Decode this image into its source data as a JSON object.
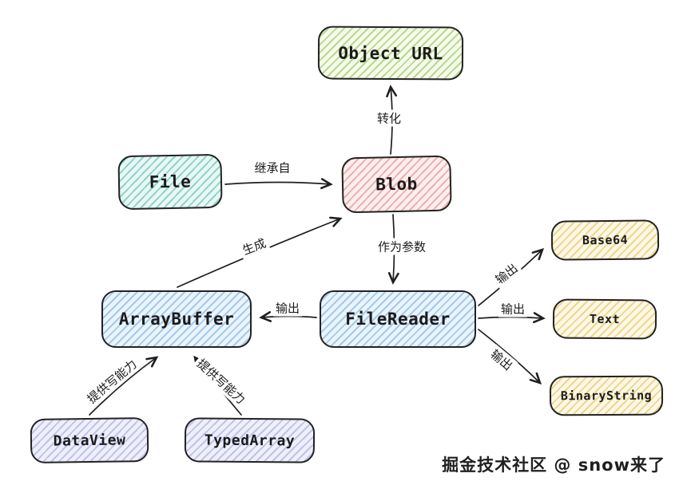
{
  "diagram": {
    "nodes": {
      "object_url": {
        "label": "Object URL",
        "color": "#7cb342"
      },
      "file": {
        "label": "File",
        "color": "#26a69a"
      },
      "blob": {
        "label": "Blob",
        "color": "#d96262"
      },
      "array_buffer": {
        "label": "ArrayBuffer",
        "color": "#5698d2"
      },
      "file_reader": {
        "label": "FileReader",
        "color": "#5698d2"
      },
      "base64": {
        "label": "Base64",
        "color": "#deb536"
      },
      "text": {
        "label": "Text",
        "color": "#deb536"
      },
      "binary_string": {
        "label": "BinaryString",
        "color": "#deb536"
      },
      "data_view": {
        "label": "DataView",
        "color": "#878cd7"
      },
      "typed_array": {
        "label": "TypedArray",
        "color": "#878cd7"
      }
    },
    "edges": {
      "file_to_blob": {
        "label": "继承自"
      },
      "blob_to_object_url": {
        "label": "转化"
      },
      "blob_to_file_reader": {
        "label": "作为参数"
      },
      "array_buffer_to_blob": {
        "label": "生成"
      },
      "file_reader_to_array_buffer": {
        "label": "输出"
      },
      "file_reader_to_base64": {
        "label": "输出"
      },
      "file_reader_to_text": {
        "label": "输出"
      },
      "file_reader_to_binary_string": {
        "label": "输出"
      },
      "data_view_to_array_buffer": {
        "label": "提供写能力"
      },
      "typed_array_to_array_buffer": {
        "label": "提供写能力"
      }
    },
    "watermark": "掘金技术社区 @ snow来了",
    "palette": {
      "stroke": "#222222",
      "background": "#ffffff",
      "edge_stroke": "#1f1f1f"
    }
  }
}
